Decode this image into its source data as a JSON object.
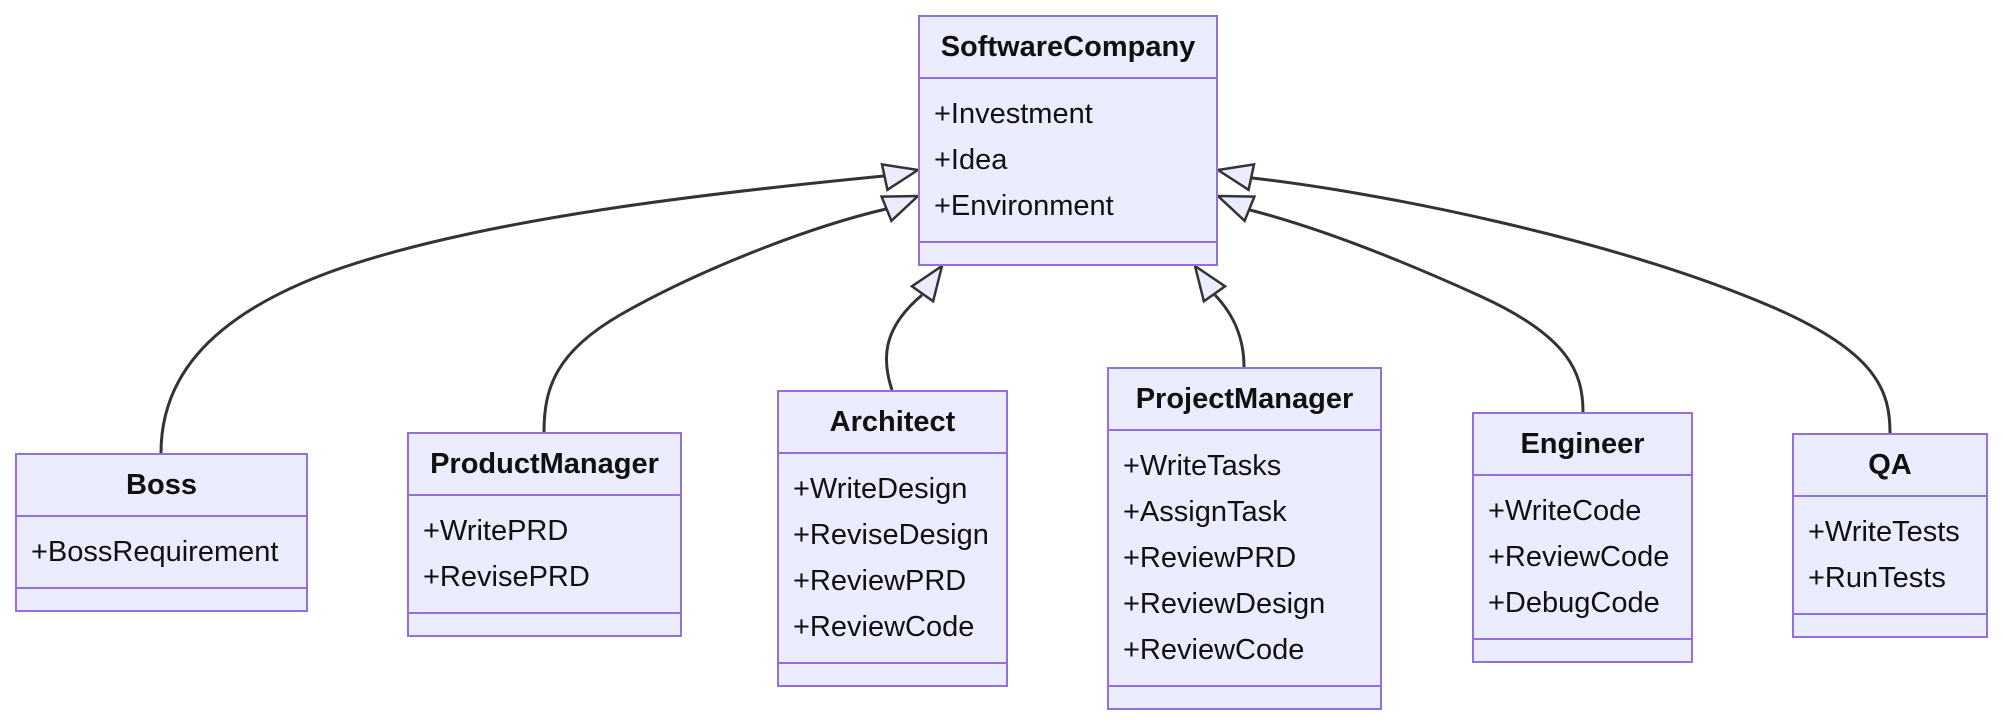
{
  "diagram": {
    "type": "uml-class-diagram",
    "classes": [
      {
        "id": "SoftwareCompany",
        "name": "SoftwareCompany",
        "members": [
          "+Investment",
          "+Idea",
          "+Environment"
        ],
        "methods": []
      },
      {
        "id": "Boss",
        "name": "Boss",
        "members": [
          "+BossRequirement"
        ],
        "methods": []
      },
      {
        "id": "ProductManager",
        "name": "ProductManager",
        "members": [
          "+WritePRD",
          "+RevisePRD"
        ],
        "methods": []
      },
      {
        "id": "Architect",
        "name": "Architect",
        "members": [
          "+WriteDesign",
          "+ReviseDesign",
          "+ReviewPRD",
          "+ReviewCode"
        ],
        "methods": []
      },
      {
        "id": "ProjectManager",
        "name": "ProjectManager",
        "members": [
          "+WriteTasks",
          "+AssignTask",
          "+ReviewPRD",
          "+ReviewDesign",
          "+ReviewCode"
        ],
        "methods": []
      },
      {
        "id": "Engineer",
        "name": "Engineer",
        "members": [
          "+WriteCode",
          "+ReviewCode",
          "+DebugCode"
        ],
        "methods": []
      },
      {
        "id": "QA",
        "name": "QA",
        "members": [
          "+WriteTests",
          "+RunTests"
        ],
        "methods": []
      }
    ],
    "relations": [
      {
        "from": "Boss",
        "to": "SoftwareCompany",
        "type": "inheritance",
        "arrow": "hollow-triangle"
      },
      {
        "from": "ProductManager",
        "to": "SoftwareCompany",
        "type": "inheritance",
        "arrow": "hollow-triangle"
      },
      {
        "from": "Architect",
        "to": "SoftwareCompany",
        "type": "inheritance",
        "arrow": "hollow-triangle"
      },
      {
        "from": "ProjectManager",
        "to": "SoftwareCompany",
        "type": "inheritance",
        "arrow": "hollow-triangle"
      },
      {
        "from": "Engineer",
        "to": "SoftwareCompany",
        "type": "inheritance",
        "arrow": "hollow-triangle"
      },
      {
        "from": "QA",
        "to": "SoftwareCompany",
        "type": "inheritance",
        "arrow": "hollow-triangle"
      }
    ],
    "colors": {
      "node_fill": "#ECECFF",
      "node_border": "#9370DB",
      "edge_stroke": "#333333",
      "text": "#111111",
      "background": "#ffffff"
    }
  }
}
